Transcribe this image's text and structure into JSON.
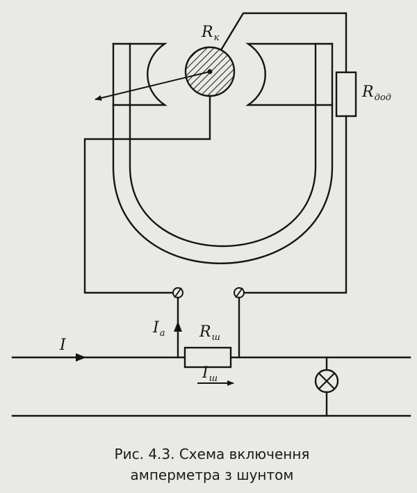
{
  "labels": {
    "r_k": {
      "main": "R",
      "sub": "к"
    },
    "r_dod": {
      "main": "R",
      "sub": "дод"
    },
    "r_sh": {
      "main": "R",
      "sub": "ш"
    },
    "i_main": "I",
    "i_a": {
      "main": "I",
      "sub": "а"
    },
    "i_sh": {
      "main": "I",
      "sub": "ш"
    }
  },
  "caption": {
    "line1": "Рис. 4.3. Схема включення",
    "line2": "амперметра з шунтом"
  }
}
